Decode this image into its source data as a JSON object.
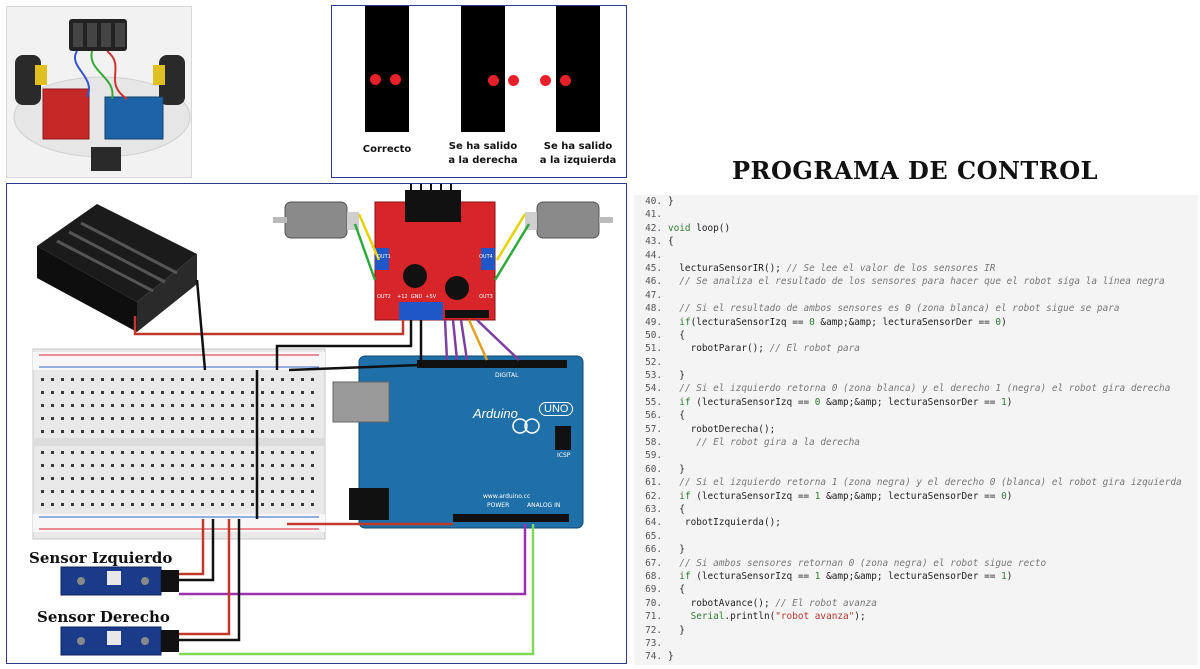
{
  "line_diagram": {
    "captions": [
      {
        "lines": [
          "Correcto"
        ]
      },
      {
        "lines": [
          "Se ha salido",
          "a la derecha"
        ]
      },
      {
        "lines": [
          "Se ha salido",
          "a la izquierda"
        ]
      }
    ]
  },
  "title": "PROGRAMA DE CONTROL",
  "wiring": {
    "sensor_left_label": "Sensor Izquierdo",
    "sensor_right_label": "Sensor Derecho",
    "arduino_brand": "Arduino",
    "arduino_model": "UNO",
    "power_label": "POWER",
    "analog_label": "ANALOG IN",
    "digital_label": "DIGITAL",
    "site_label": "www.arduino.cc",
    "icsp_label": "ICSP",
    "out_labels": [
      "OUT1",
      "OUT2",
      "OUT3",
      "OUT4"
    ],
    "power_pins": "+12  GND  +5V"
  },
  "code": [
    {
      "n": "40.",
      "parts": [
        {
          "t": "}",
          "c": ""
        }
      ]
    },
    {
      "n": "41.",
      "parts": []
    },
    {
      "n": "42.",
      "parts": [
        {
          "t": "void",
          "c": "kw"
        },
        {
          "t": " loop()",
          "c": ""
        }
      ]
    },
    {
      "n": "43.",
      "parts": [
        {
          "t": "{",
          "c": ""
        }
      ]
    },
    {
      "n": "44.",
      "parts": []
    },
    {
      "n": "45.",
      "parts": [
        {
          "t": "  lecturaSensorIR(); ",
          "c": ""
        },
        {
          "t": "// Se lee el valor de los sensores IR",
          "c": "cm"
        }
      ]
    },
    {
      "n": "46.",
      "parts": [
        {
          "t": "  ",
          "c": ""
        },
        {
          "t": "// Se analiza el resultado de los sensores para hacer que el robot siga la línea negra",
          "c": "cm"
        }
      ]
    },
    {
      "n": "47.",
      "parts": []
    },
    {
      "n": "48.",
      "parts": [
        {
          "t": "  ",
          "c": ""
        },
        {
          "t": "// Si el resultado de ambos sensores es 0 (zona blanca) el robot sigue se para",
          "c": "cm"
        }
      ]
    },
    {
      "n": "49.",
      "parts": [
        {
          "t": "  ",
          "c": ""
        },
        {
          "t": "if",
          "c": "kw"
        },
        {
          "t": "(lecturaSensorIzq == ",
          "c": ""
        },
        {
          "t": "0",
          "c": "nm"
        },
        {
          "t": " &amp;&amp; lecturaSensorDer == ",
          "c": ""
        },
        {
          "t": "0",
          "c": "nm"
        },
        {
          "t": ")",
          "c": ""
        }
      ]
    },
    {
      "n": "50.",
      "parts": [
        {
          "t": "  {",
          "c": ""
        }
      ]
    },
    {
      "n": "51.",
      "parts": [
        {
          "t": "    robotParar(); ",
          "c": ""
        },
        {
          "t": "// El robot para",
          "c": "cm"
        }
      ]
    },
    {
      "n": "52.",
      "parts": []
    },
    {
      "n": "53.",
      "parts": [
        {
          "t": "  }",
          "c": ""
        }
      ]
    },
    {
      "n": "54.",
      "parts": [
        {
          "t": "  ",
          "c": ""
        },
        {
          "t": "// Si el izquierdo retorna 0 (zona blanca) y el derecho 1 (negra) el robot gira derecha",
          "c": "cm"
        }
      ]
    },
    {
      "n": "55.",
      "parts": [
        {
          "t": "  ",
          "c": ""
        },
        {
          "t": "if",
          "c": "kw"
        },
        {
          "t": " (lecturaSensorIzq == ",
          "c": ""
        },
        {
          "t": "0",
          "c": "nm"
        },
        {
          "t": " &amp;&amp; lecturaSensorDer == ",
          "c": ""
        },
        {
          "t": "1",
          "c": "nm"
        },
        {
          "t": ")",
          "c": ""
        }
      ]
    },
    {
      "n": "56.",
      "parts": [
        {
          "t": "  {",
          "c": ""
        }
      ]
    },
    {
      "n": "57.",
      "parts": [
        {
          "t": "    robotDerecha();",
          "c": ""
        }
      ]
    },
    {
      "n": "58.",
      "parts": [
        {
          "t": "     ",
          "c": ""
        },
        {
          "t": "// El robot gira a la derecha",
          "c": "cm"
        }
      ]
    },
    {
      "n": "59.",
      "parts": []
    },
    {
      "n": "60.",
      "parts": [
        {
          "t": "  }",
          "c": ""
        }
      ]
    },
    {
      "n": "61.",
      "parts": [
        {
          "t": "  ",
          "c": ""
        },
        {
          "t": "// Si el izquierdo retorna 1 (zona negra) y el derecho 0 (blanca) el robot gira izquierda",
          "c": "cm"
        }
      ]
    },
    {
      "n": "62.",
      "parts": [
        {
          "t": "  ",
          "c": ""
        },
        {
          "t": "if",
          "c": "kw"
        },
        {
          "t": " (lecturaSensorIzq == ",
          "c": ""
        },
        {
          "t": "1",
          "c": "nm"
        },
        {
          "t": " &amp;&amp; lecturaSensorDer == ",
          "c": ""
        },
        {
          "t": "0",
          "c": "nm"
        },
        {
          "t": ")",
          "c": ""
        }
      ]
    },
    {
      "n": "63.",
      "parts": [
        {
          "t": "  {",
          "c": ""
        }
      ]
    },
    {
      "n": "64.",
      "parts": [
        {
          "t": "   robotIzquierda();",
          "c": ""
        }
      ]
    },
    {
      "n": "65.",
      "parts": []
    },
    {
      "n": "66.",
      "parts": [
        {
          "t": "  }",
          "c": ""
        }
      ]
    },
    {
      "n": "67.",
      "parts": [
        {
          "t": "  ",
          "c": ""
        },
        {
          "t": "// Si ambos sensores retornan 0 (zona negra) el robot sigue recto",
          "c": "cm"
        }
      ]
    },
    {
      "n": "68.",
      "parts": [
        {
          "t": "  ",
          "c": ""
        },
        {
          "t": "if",
          "c": "kw"
        },
        {
          "t": " (lecturaSensorIzq == ",
          "c": ""
        },
        {
          "t": "1",
          "c": "nm"
        },
        {
          "t": " &amp;&amp; lecturaSensorDer == ",
          "c": ""
        },
        {
          "t": "1",
          "c": "nm"
        },
        {
          "t": ")",
          "c": ""
        }
      ]
    },
    {
      "n": "69.",
      "parts": [
        {
          "t": "  {",
          "c": ""
        }
      ]
    },
    {
      "n": "70.",
      "parts": [
        {
          "t": "    robotAvance(); ",
          "c": ""
        },
        {
          "t": "// El robot avanza",
          "c": "cm"
        }
      ]
    },
    {
      "n": "71.",
      "parts": [
        {
          "t": "    Serial",
          "c": "kw"
        },
        {
          "t": ".println(",
          "c": ""
        },
        {
          "t": "\"robot avanza\"",
          "c": "st"
        },
        {
          "t": ");",
          "c": ""
        }
      ]
    },
    {
      "n": "72.",
      "parts": [
        {
          "t": "  }",
          "c": ""
        }
      ]
    },
    {
      "n": "73.",
      "parts": []
    },
    {
      "n": "74.",
      "parts": [
        {
          "t": "}",
          "c": ""
        }
      ]
    }
  ]
}
